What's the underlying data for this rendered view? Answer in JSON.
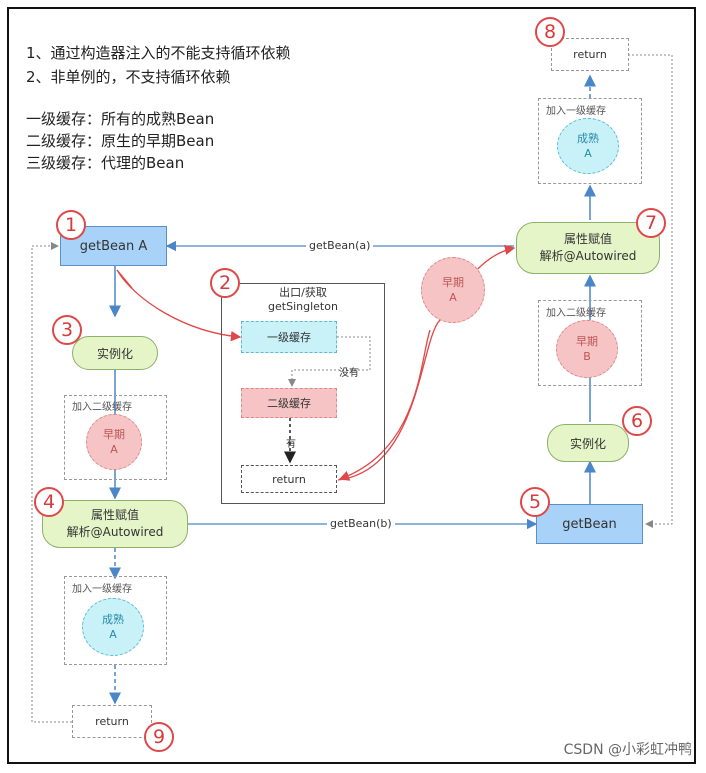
{
  "notes": {
    "line1": "1、通过构造器注入的不能支持循环依赖",
    "line2": "2、非单例的，不支持循环依赖",
    "cache1": "一级缓存：所有的成熟Bean",
    "cache2": "二级缓存：原生的早期Bean",
    "cache3": "三级缓存：代理的Bean"
  },
  "steps": {
    "n1": "1",
    "n2": "2",
    "n3": "3",
    "n4": "4",
    "n5": "5",
    "n6": "6",
    "n7": "7",
    "n8": "8",
    "n9": "9"
  },
  "left": {
    "getbean": "getBean A",
    "instantiate": "实例化",
    "add_level2": "加入二级缓存",
    "early_line1": "早期",
    "early_line2": "A",
    "assign_line1": "属性赋值",
    "assign_line2": "解析@Autowired",
    "add_level1": "加入一级缓存",
    "mature_line1": "成熟",
    "mature_line2": "A",
    "return": "return"
  },
  "center": {
    "title_line1": "出口/获取",
    "title_line2": "getSingleton",
    "level1": "一级缓存",
    "none": "没有",
    "level2": "二级缓存",
    "has": "有",
    "return": "return"
  },
  "right": {
    "return": "return",
    "add_level1": "加入一级缓存",
    "mature_line1": "成熟",
    "mature_line2": "A",
    "assign_line1": "属性赋值",
    "assign_line2": "解析@Autowired",
    "add_level2": "加入二级缓存",
    "early_line1": "早期",
    "early_line2": "B",
    "instantiate": "实例化",
    "getbean": "getBean"
  },
  "floating_early": {
    "line1": "早期",
    "line2": "A"
  },
  "edges": {
    "get_a": "getBean(a)",
    "get_b": "getBean(b)"
  },
  "watermark": "CSDN @小彩虹冲鸭",
  "colors": {
    "blue_box": "#a9d2f8",
    "green_box": "#e5f5c8",
    "cyan_circle": "#c8f2f8",
    "pink_circle": "#f6c4c4",
    "step_marker": "#e04848",
    "arrow_blue": "#4a86c8",
    "arrow_red": "#e04848"
  }
}
